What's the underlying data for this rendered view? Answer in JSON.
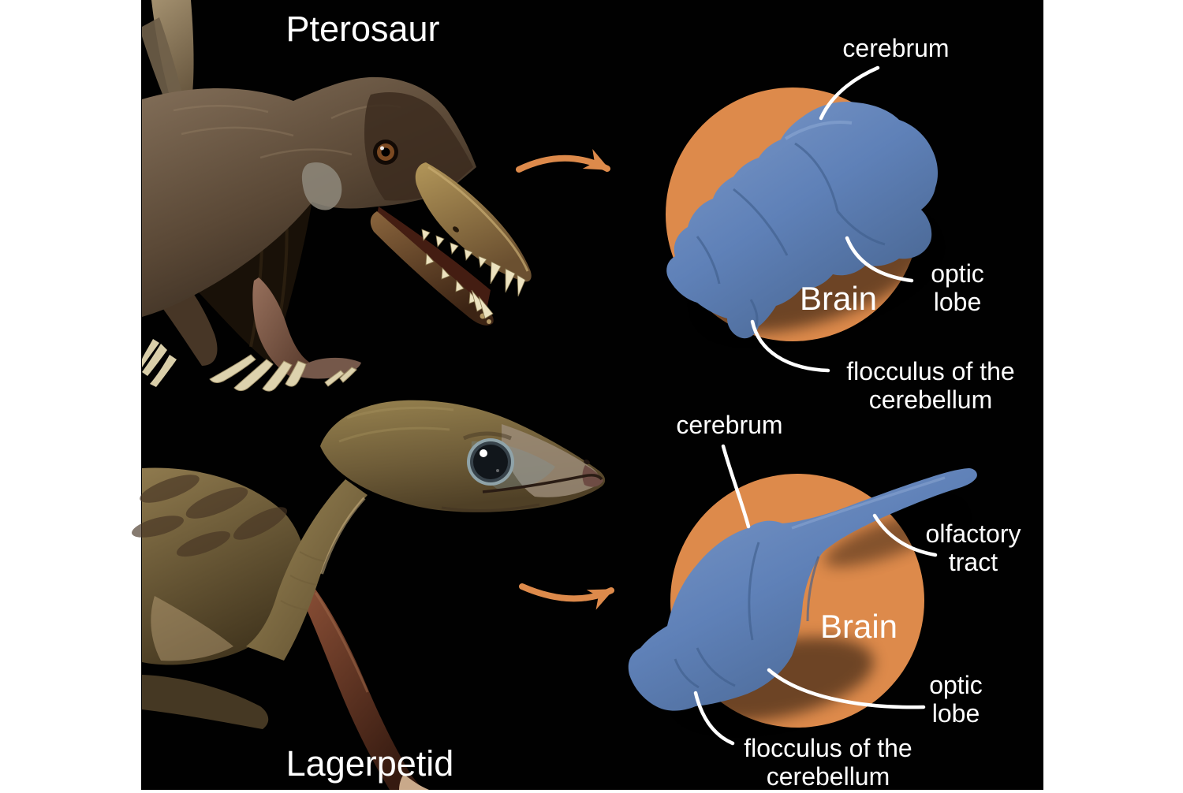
{
  "figure": {
    "top": {
      "title": "Pterosaur",
      "brain_badge": "Brain",
      "annotations": {
        "cerebrum": "cerebrum",
        "optic_lobe": "optic\nlobe",
        "flocculus": "flocculus of the\ncerebellum"
      }
    },
    "bottom": {
      "title": "Lagerpetid",
      "brain_badge": "Brain",
      "annotations": {
        "cerebrum": "cerebrum",
        "olfactory_tract": "olfactory\ntract",
        "optic_lobe": "optic\nlobe",
        "flocculus": "flocculus of the\ncerebellum"
      }
    },
    "colors": {
      "page_background": "#ffffff",
      "panel_background": "#010101",
      "accent_orange": "#dd8a4b",
      "brain_blue": "#5f81b8",
      "label_text": "#ffffff"
    }
  }
}
